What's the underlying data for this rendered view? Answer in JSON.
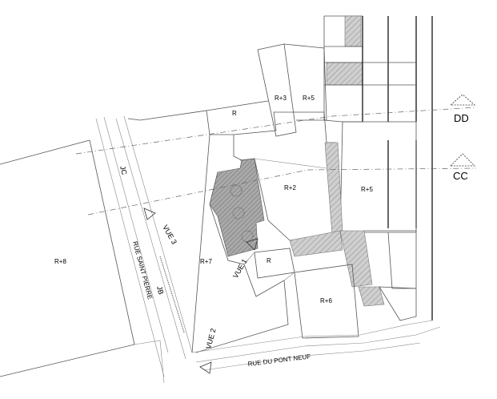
{
  "plan": {
    "labels": {
      "jc": "JC",
      "jb": "JB",
      "rue_saint_pierre": "RUE SAINT PIERRE",
      "rue_du_pont_neuf": "RUE DU PONT NEUF",
      "r8": "R+8",
      "r7": "R+7",
      "r3": "R+3",
      "r5_top": "R+5",
      "r_top": "R",
      "r2": "R+2",
      "r5_right": "R+5",
      "r_small": "R",
      "r6": "R+6"
    },
    "views": {
      "vue1": "VUE 1",
      "vue2": "VUE 2",
      "vue3": "VUE 3"
    },
    "sections": {
      "dd": "DD",
      "cc": "CC"
    }
  }
}
